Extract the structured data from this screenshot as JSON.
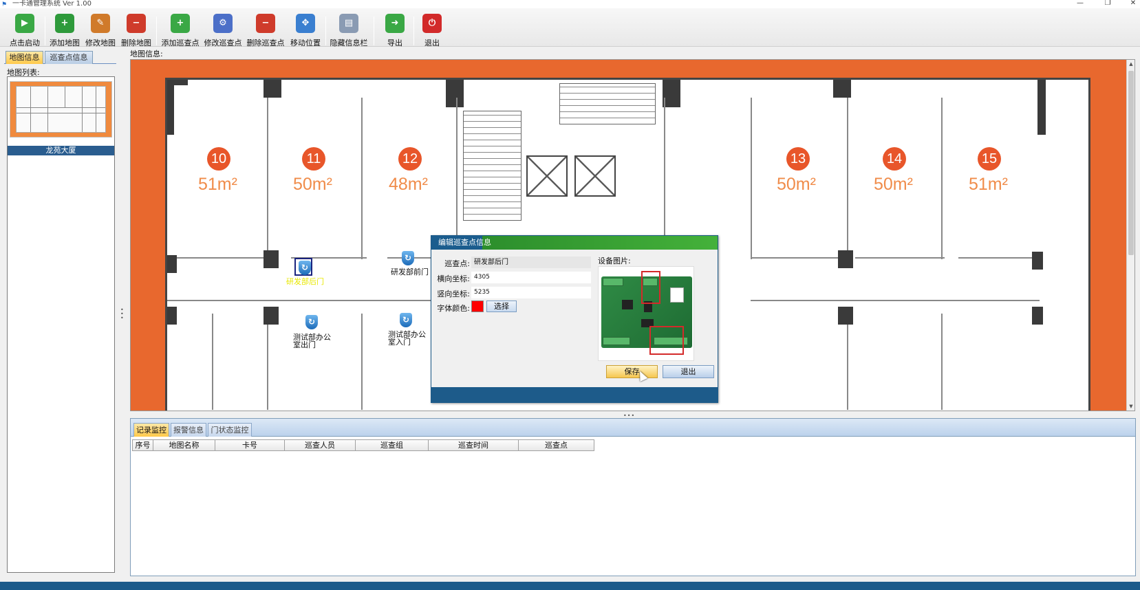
{
  "window": {
    "title": "一卡通管理系统  Ver 1.00",
    "min": "—",
    "restore": "❐",
    "close": "✕"
  },
  "toolbar": {
    "buttons": [
      {
        "label": "点击启动",
        "icon": "start-icon",
        "glyph": "▶",
        "color": "#3aa845"
      },
      {
        "label": "添加地图",
        "icon": "add-map-icon",
        "glyph": "+",
        "color": "#2e9a3b"
      },
      {
        "label": "修改地图",
        "icon": "edit-map-icon",
        "glyph": "✎",
        "color": "#d07a2a"
      },
      {
        "label": "删除地图",
        "icon": "delete-map-icon",
        "glyph": "−",
        "color": "#cf3b2b"
      },
      {
        "label": "添加巡查点",
        "icon": "add-point-icon",
        "glyph": "+",
        "color": "#3aa845"
      },
      {
        "label": "修改巡查点",
        "icon": "edit-point-icon",
        "glyph": "⚙",
        "color": "#4c6fc8"
      },
      {
        "label": "删除巡查点",
        "icon": "delete-point-icon",
        "glyph": "−",
        "color": "#cf3b2b"
      },
      {
        "label": "移动位置",
        "icon": "move-icon",
        "glyph": "✥",
        "color": "#3a7fd0"
      },
      {
        "label": "隐藏信息栏",
        "icon": "hide-panel-icon",
        "glyph": "▤",
        "color": "#8a9bb3"
      },
      {
        "label": "导出",
        "icon": "export-icon",
        "glyph": "➜",
        "color": "#3aa845"
      },
      {
        "label": "退出",
        "icon": "power-icon",
        "glyph": "⏻",
        "color": "#d22a2a"
      }
    ]
  },
  "left_panel": {
    "tabs": [
      "地图信息",
      "巡查点信息"
    ],
    "list_label": "地图列表:",
    "maps": [
      {
        "name": "龙苑大厦"
      }
    ]
  },
  "map_panel": {
    "label": "地图信息:",
    "rooms": [
      {
        "number": "10",
        "area": "51m²"
      },
      {
        "number": "11",
        "area": "50m²"
      },
      {
        "number": "12",
        "area": "48m²"
      },
      {
        "number": "13",
        "area": "50m²"
      },
      {
        "number": "14",
        "area": "50m²"
      },
      {
        "number": "15",
        "area": "51m²"
      }
    ],
    "points": [
      {
        "label": "研发部后门",
        "color": "#e8e800"
      },
      {
        "label": "研发部前门",
        "color": "#111111"
      },
      {
        "label": "测试部办公室出门",
        "color": "#111111"
      },
      {
        "label": "测试部办公室入门",
        "color": "#111111"
      }
    ]
  },
  "dialog": {
    "title": "编辑巡查点信息",
    "point_label": "巡查点:",
    "point_value": "研发部后门",
    "x_label": "横向坐标:",
    "x_value": "4305",
    "y_label": "竖向坐标:",
    "y_value": "5235",
    "font_color_label": "字体颜色:",
    "font_color": "#ff0000",
    "choose_label": "选择",
    "device_image_label": "设备图片:",
    "save_label": "保存",
    "exit_label": "退出"
  },
  "bottom_panel": {
    "tabs": [
      "记录监控",
      "报警信息",
      "门状态监控"
    ],
    "columns": [
      "序号",
      "地图名称",
      "卡号",
      "巡查人员",
      "巡查组",
      "巡查时间",
      "巡查点"
    ],
    "rows": []
  }
}
